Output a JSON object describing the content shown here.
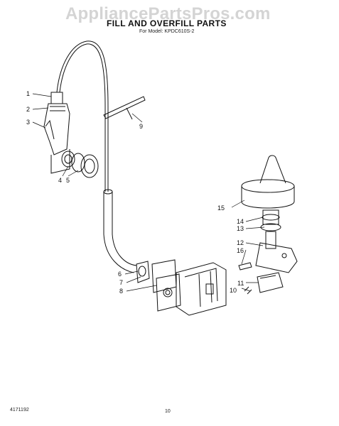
{
  "watermark": "AppliancePartsPros.com",
  "title": "FILL AND OVERFILL PARTS",
  "subtitle": "For Model: KPDC610S-2",
  "footer": {
    "doc_number": "4171192",
    "page_number": "10"
  },
  "callouts": [
    "1",
    "2",
    "3",
    "4",
    "5",
    "6",
    "7",
    "8",
    "9",
    "10",
    "11",
    "12",
    "13",
    "14",
    "15",
    "16"
  ]
}
